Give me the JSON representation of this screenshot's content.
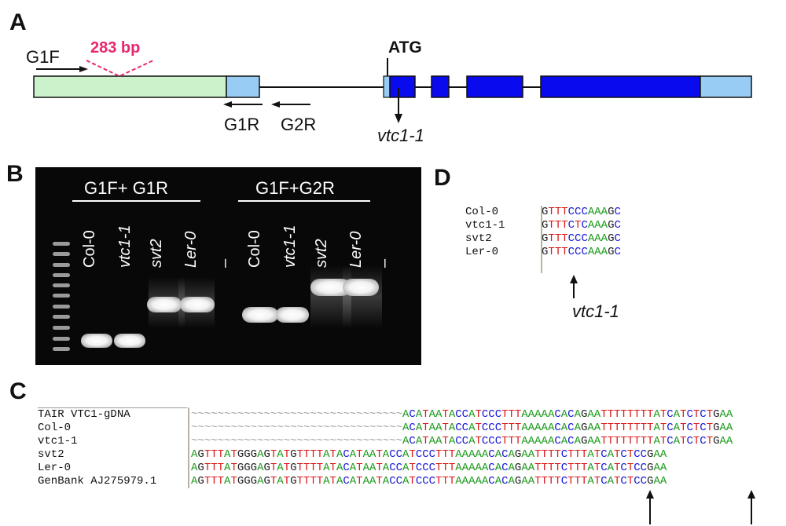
{
  "panels": {
    "a": "A",
    "b": "B",
    "c": "C",
    "d": "D"
  },
  "panel_a": {
    "atg": "ATG",
    "deletion": "283 bp",
    "primers": {
      "g1f": "G1F",
      "g1r": "G1R",
      "g2r": "G2R"
    },
    "mutation": "vtc1-1",
    "colors": {
      "promoter": "#ccf2cc",
      "utr": "#99ccf5",
      "exon": "#0a0aee",
      "deletion": "#e8266e"
    }
  },
  "panel_b": {
    "group1": "G1F+ G1R",
    "group2": "G1F+G2R",
    "lanes1": [
      "Col-0",
      "vtc1-1",
      "svt2",
      "Ler-0",
      "–"
    ],
    "lanes2": [
      "Col-0",
      "vtc1-1",
      "svt2",
      "Ler-0",
      "–"
    ]
  },
  "panel_c": {
    "labels": [
      "TAIR VTC1-gDNA",
      "Col-0",
      "vtc1-1",
      "svt2",
      "Ler-0",
      "GenBank AJ275979.1"
    ],
    "seqs": [
      "~~~~~~~~~~~~~~~~~~~~~~~~~~~~~~~~ACATAATACCATCCCTTTAAAAACACAGAATTTTTTTTATCATCTCTGAA",
      "~~~~~~~~~~~~~~~~~~~~~~~~~~~~~~~~ACATAATACCATCCCTTTAAAAACACAGAATTTTTTTTATCATCTCTGAA",
      "~~~~~~~~~~~~~~~~~~~~~~~~~~~~~~~~ACATAATACCATCCCTTTAAAAACACAGAATTTTTTTTATCATCTCTGAA",
      "AGTTTATGGGAGTATGTTTTATACATAATACCATCCCTTTAAAAACACAGAATTTTCTTTATCATCTCCGAA",
      "AGTTTATGGGAGTATGTTTTATACATAATACCATCCCTTTAAAAACACAGAATTTTCTTTATCATCTCCGAA",
      "AGTTTATGGGAGTATGTTTTATACATAATACCATCCCTTTAAAAACACAGAATTTTCTTTATCATCTCCGAA"
    ]
  },
  "panel_d": {
    "labels": [
      "Col-0",
      "vtc1-1",
      "svt2",
      "Ler-0"
    ],
    "seqs": [
      "GTTTCCCAAAGC",
      "GTTTCTCAAAGC",
      "GTTTCCCAAAGC",
      "GTTTCCCAAAGC"
    ],
    "mutation": "vtc1-1"
  },
  "nucleotide_colors": {
    "A": "#1a9a1a",
    "C": "#1515d6",
    "G": "#222222",
    "T": "#d81818",
    "~": "#a0a0a0"
  }
}
